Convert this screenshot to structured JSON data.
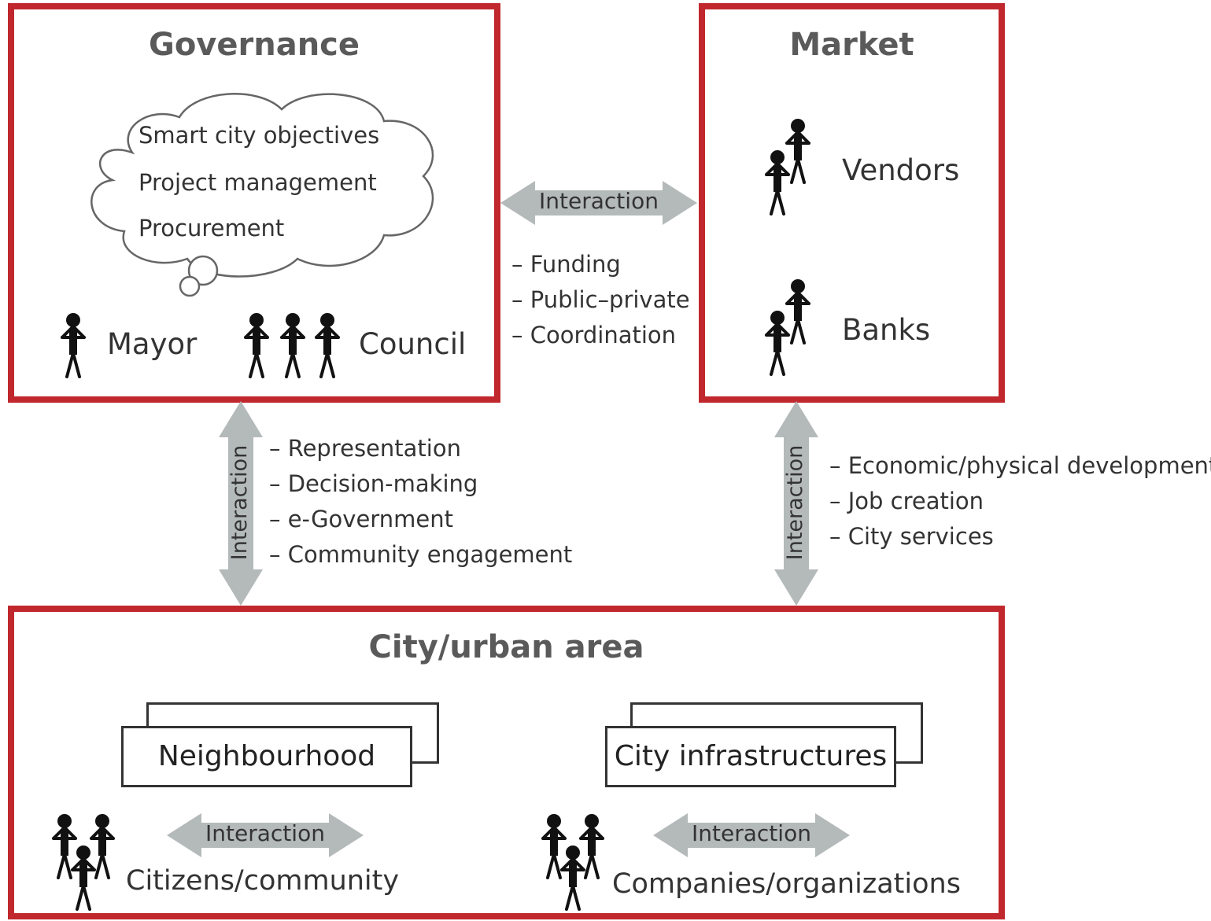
{
  "governance": {
    "title": "Governance",
    "cloud_items": [
      "Smart city objectives",
      "Project management",
      "Procurement"
    ],
    "mayor_label": "Mayor",
    "council_label": "Council"
  },
  "market": {
    "title": "Market",
    "vendors_label": "Vendors",
    "banks_label": "Banks"
  },
  "city": {
    "title": "City/urban area",
    "neighbourhood_label": "Neighbourhood",
    "infrastructures_label": "City infrastructures",
    "citizens_label": "Citizens/community",
    "companies_label": "Companies/organizations"
  },
  "interactions": {
    "gov_market": {
      "label": "Interaction",
      "items": [
        "Funding",
        "Public–private",
        "Coordination"
      ]
    },
    "gov_city": {
      "label": "Interaction",
      "items": [
        "Representation",
        "Decision-making",
        "e-Government",
        "Community engagement"
      ]
    },
    "market_city": {
      "label": "Interaction",
      "items": [
        "Economic/physical development",
        "Job creation",
        "City services"
      ]
    },
    "citizens": {
      "label": "Interaction"
    },
    "companies": {
      "label": "Interaction"
    }
  },
  "colors": {
    "frame_red": "#c0282d",
    "arrow_gray": "#b4b9b9",
    "text_dark": "#333333"
  }
}
